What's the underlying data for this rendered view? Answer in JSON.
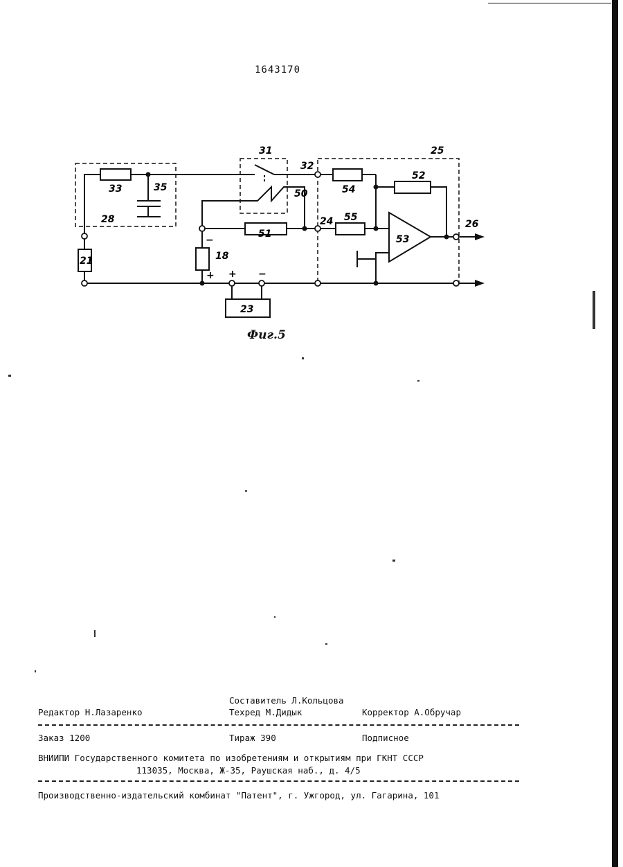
{
  "header": {
    "patent_number": "1643170"
  },
  "figure": {
    "caption": "Фиг.5",
    "labels": {
      "n18": "18",
      "n21": "21",
      "n23": "23",
      "n24": "24",
      "n25": "25",
      "n26": "26",
      "n28": "28",
      "n31": "31",
      "n32": "32",
      "n33": "33",
      "n35": "35",
      "n50": "50",
      "n51": "51",
      "n52": "52",
      "n53": "53",
      "n54": "54",
      "n55": "55",
      "plus_18": "+",
      "minus_18": "−",
      "plus_23": "+",
      "minus_23": "−"
    }
  },
  "imprint": {
    "compiler": "Составитель Л.Кольцова",
    "editor": "Редактор Н.Лазаренко",
    "techred": "Техред М.Дидык",
    "corrector": "Корректор А.Обручар",
    "order": "Заказ 1200",
    "circulation": "Тираж 390",
    "subscription": "Подписное",
    "institute": "ВНИИПИ Государственного комитета по изобретениям и открытиям при ГКНТ СССР",
    "address": "113035, Москва, Ж-35, Раушская наб., д. 4/5",
    "printer": "Производственно-издательский комбинат \"Патент\", г. Ужгород, ул. Гагарина, 101"
  }
}
